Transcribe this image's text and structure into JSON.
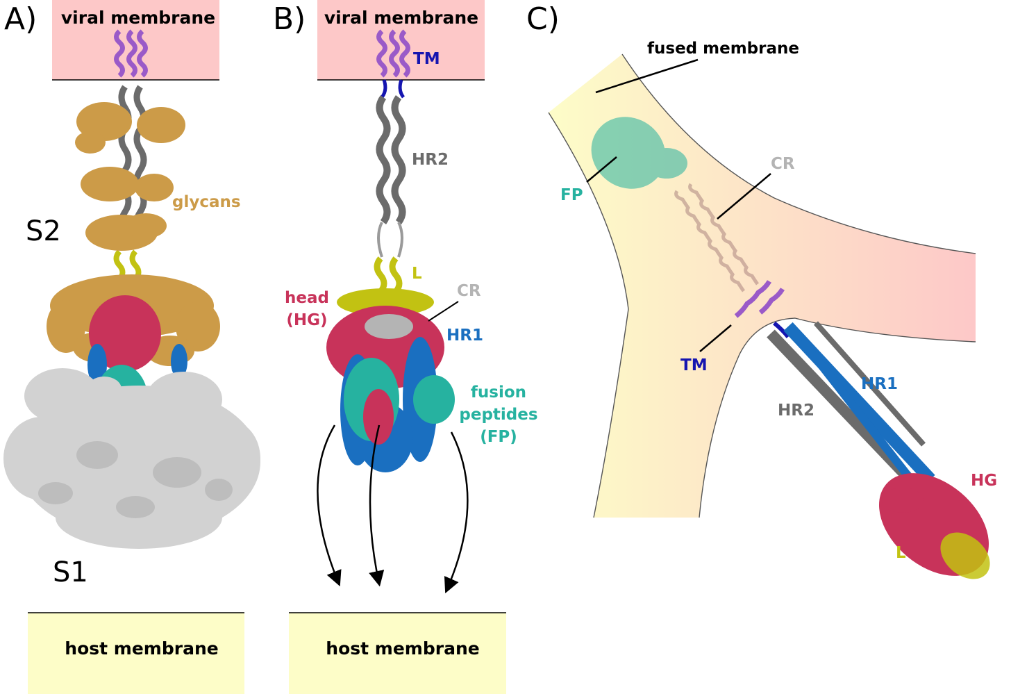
{
  "panels": {
    "a": {
      "label": "A)",
      "viral_membrane": "viral membrane",
      "host_membrane": "host membrane",
      "glycans": "glycans",
      "s2": "S2",
      "s1": "S1"
    },
    "b": {
      "label": "B)",
      "viral_membrane": "viral membrane",
      "host_membrane": "host membrane",
      "tm": "TM",
      "hr2": "HR2",
      "l": "L",
      "cr": "CR",
      "head_line1": "head",
      "head_line2": "(HG)",
      "hr1": "HR1",
      "fusion_line1": "fusion",
      "fusion_line2": "peptides",
      "fusion_line3": "(FP)"
    },
    "c": {
      "label": "C)",
      "fused_membrane": "fused membrane",
      "cr": "CR",
      "fp": "FP",
      "tm": "TM",
      "hr1": "HR1",
      "hr2": "HR2",
      "hg": "HG",
      "l": "L"
    }
  },
  "colors": {
    "viral_membrane": "#fdc8c8",
    "host_membrane": "#fdfdc8",
    "tm": "#1515b0",
    "transmembrane_helix": "#9a5ac8",
    "hr2": "#6b6b6b",
    "hr1": "#1a6fc0",
    "l": "#c2c212",
    "cr": "#b4b4b4",
    "head": "#c8335a",
    "fusion_peptides": "#26b2a0",
    "glycans": "#cc9b48",
    "s1_surface": "#d2d2d2"
  }
}
